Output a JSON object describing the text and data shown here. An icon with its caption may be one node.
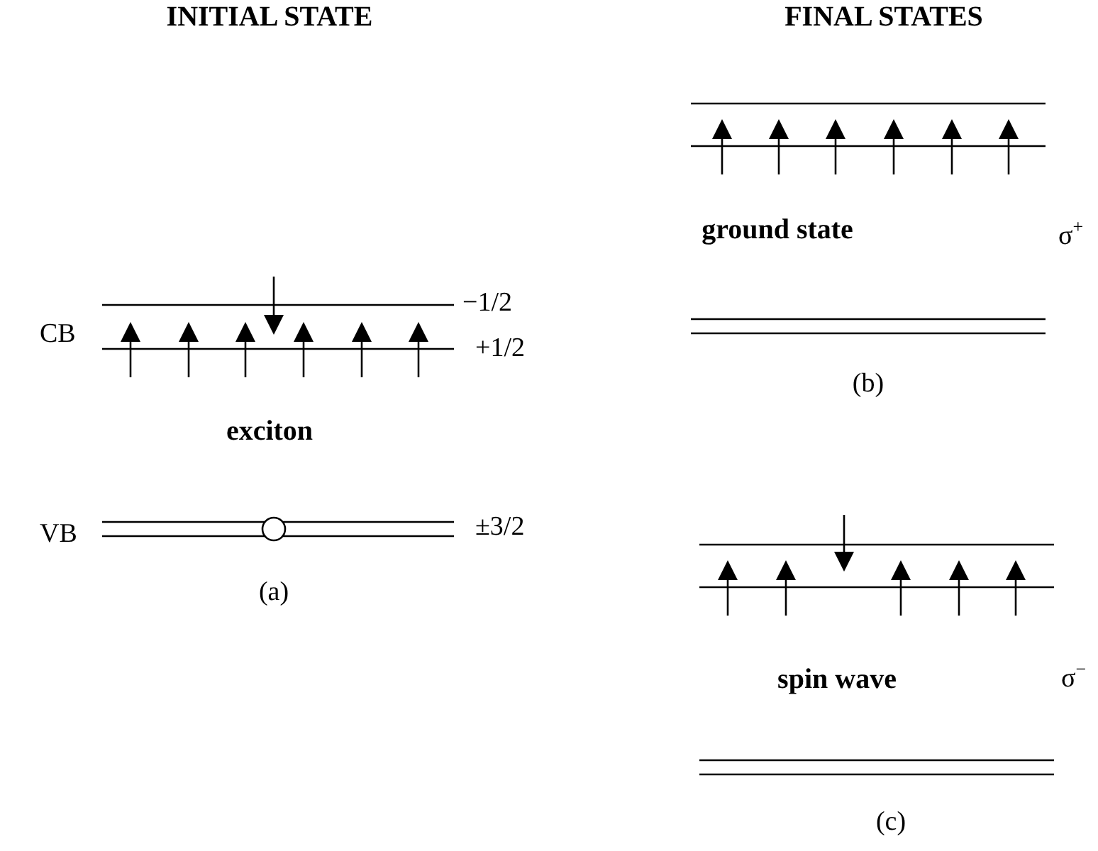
{
  "diagram": {
    "labels": [
      "INITIAL STATE",
      "FINAL STATES",
      "ground state",
      "σ$^{+}$",
      "CB",
      "−1/2",
      "+1/2",
      "(b)",
      "exciton",
      "VB",
      "±3/2",
      "(a)",
      "spin wave",
      "σ$^{−}$",
      "(c)"
    ]
  }
}
